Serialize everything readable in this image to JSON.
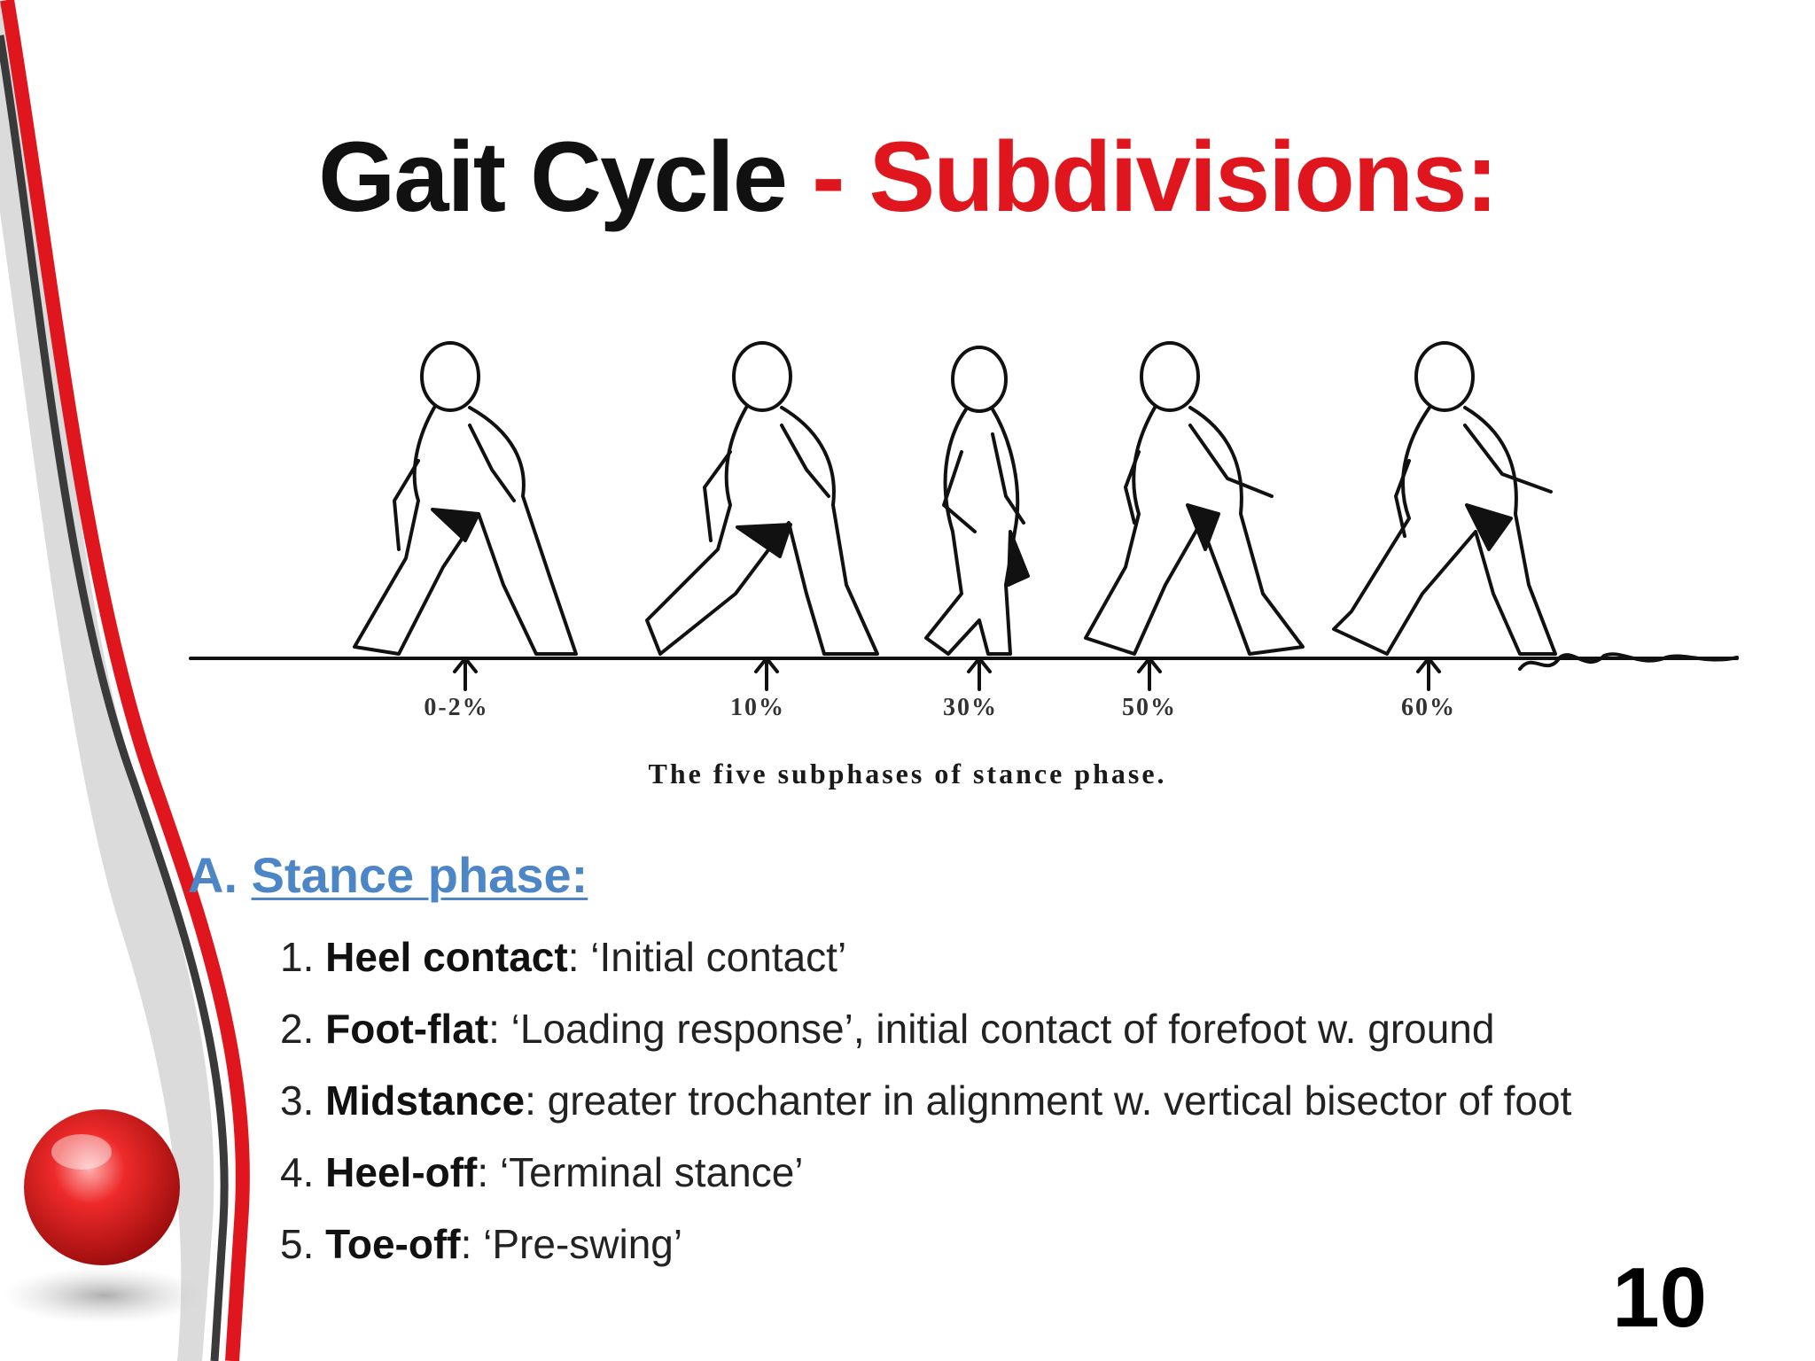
{
  "title": {
    "main": "Gait Cycle",
    "accent": " - Subdivisions:"
  },
  "figure": {
    "caption": "The five subphases of stance phase.",
    "percent_labels": [
      "0-2%",
      "10%",
      "30%",
      "50%",
      "60%"
    ]
  },
  "stance": {
    "prefix": "A. ",
    "heading": "Stance phase:",
    "items": [
      {
        "num": "1. ",
        "term": "Heel contact",
        "desc": ": ‘Initial contact’"
      },
      {
        "num": "2. ",
        "term": "Foot-flat",
        "desc": ": ‘Loading response’, initial contact of forefoot w. ground"
      },
      {
        "num": "3. ",
        "term": "Midstance",
        "desc": ": greater trochanter in alignment w. vertical bisector of foot"
      },
      {
        "num": "4. ",
        "term": "Heel-off",
        "desc": ": ‘Terminal stance’"
      },
      {
        "num": "5. ",
        "term": "Toe-off",
        "desc": ": ‘Pre-swing’"
      }
    ]
  },
  "page_number": "10",
  "colors": {
    "title_accent": "#e0161e",
    "heading_blue": "#4d86c6",
    "deco_red": "#e0161e",
    "deco_dark": "#3a3a3a"
  }
}
